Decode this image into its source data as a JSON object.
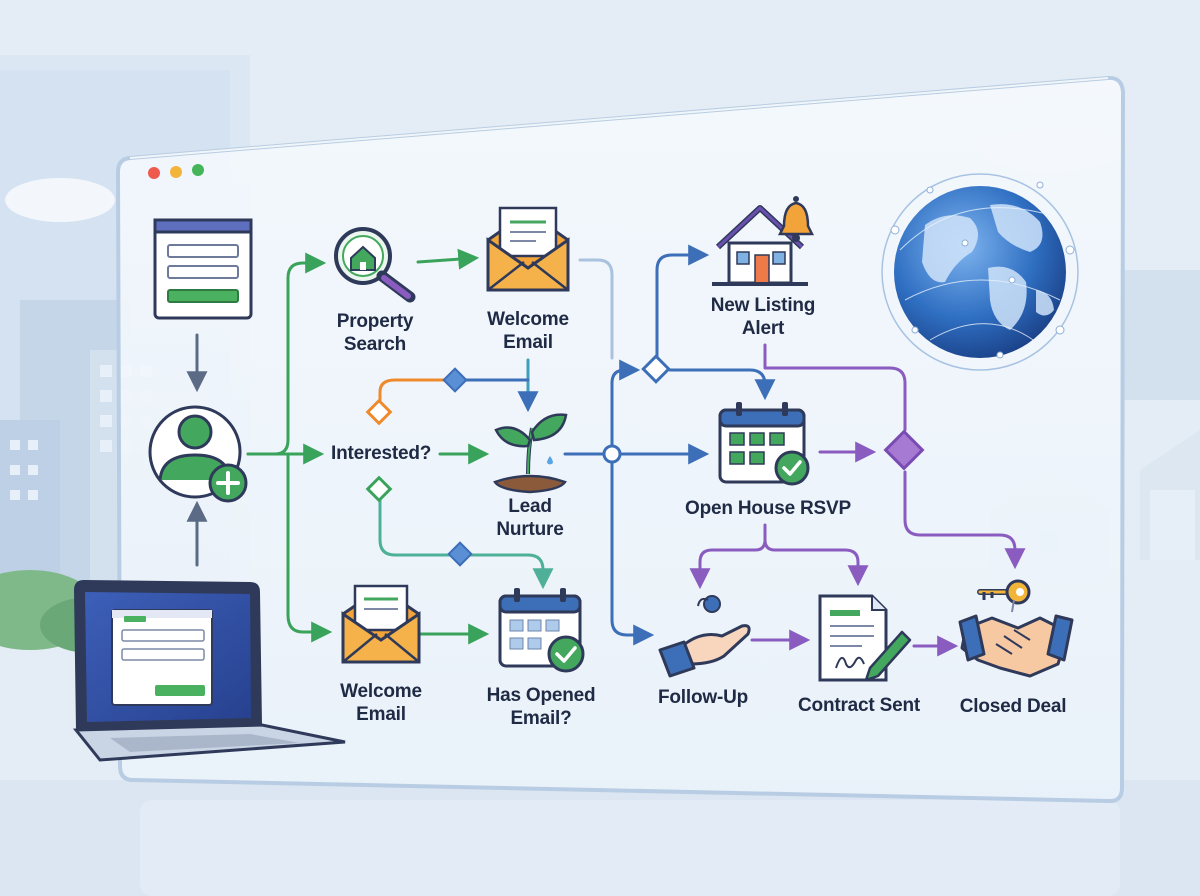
{
  "window": {
    "controls": [
      "close",
      "minimize",
      "maximize"
    ]
  },
  "nodes": {
    "property_search": "Property\nSearch",
    "welcome_email_top": "Welcome\nEmail",
    "new_listing_alert": "New Listing\nAlert",
    "interested": "Interested?",
    "lead_nurture": "Lead\nNurture",
    "open_house_rsvp": "Open House RSVP",
    "welcome_email_bottom": "Welcome\nEmail",
    "has_opened_email": "Has Opened\nEmail?",
    "follow_up": "Follow-Up",
    "contract_sent": "Contract Sent",
    "closed_deal": "Closed Deal"
  },
  "icons": {
    "web_form": "web-form-icon",
    "add_user": "add-user-icon",
    "laptop_form": "laptop-form-icon",
    "property_search": "house-magnifier-icon",
    "email": "envelope-icon",
    "listing_alert": "house-bell-icon",
    "globe": "globe-network-icon",
    "plant": "sprout-icon",
    "calendar": "calendar-check-icon",
    "hand": "hand-offer-icon",
    "contract": "contract-signature-icon",
    "handshake": "handshake-key-icon"
  },
  "colors": {
    "green": "#3aa35b",
    "blue": "#3d6fb8",
    "orange": "#ee8a2c",
    "purple": "#8a5cc0",
    "teal": "#4fb09a",
    "ink": "#1f2a44"
  }
}
